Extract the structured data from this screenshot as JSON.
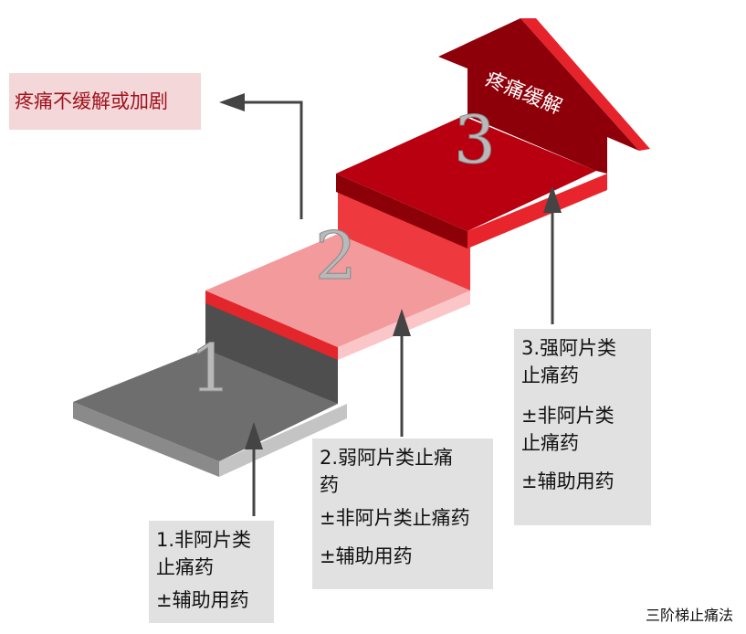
{
  "steps": [
    {
      "number": "1",
      "lines": [
        "1.非阿片类",
        "止痛药",
        "±辅助用药"
      ]
    },
    {
      "number": "2",
      "lines": [
        "2.弱阿片类止痛",
        "药",
        "±非阿片类止痛药",
        "±辅助用药"
      ]
    },
    {
      "number": "3",
      "lines": [
        "3.强阿片类",
        "止痛药",
        "±非阿片类",
        "止痛药",
        "±辅助用药"
      ]
    }
  ],
  "arrow_label": "疼痛缓解",
  "side_label": "疼痛不缓解或加剧",
  "caption": "三阶梯止痛法",
  "colors": {
    "step1": "#6b6b6b",
    "step2": "#f39a9c",
    "step3": "#b80010",
    "arrow": "#444444"
  }
}
